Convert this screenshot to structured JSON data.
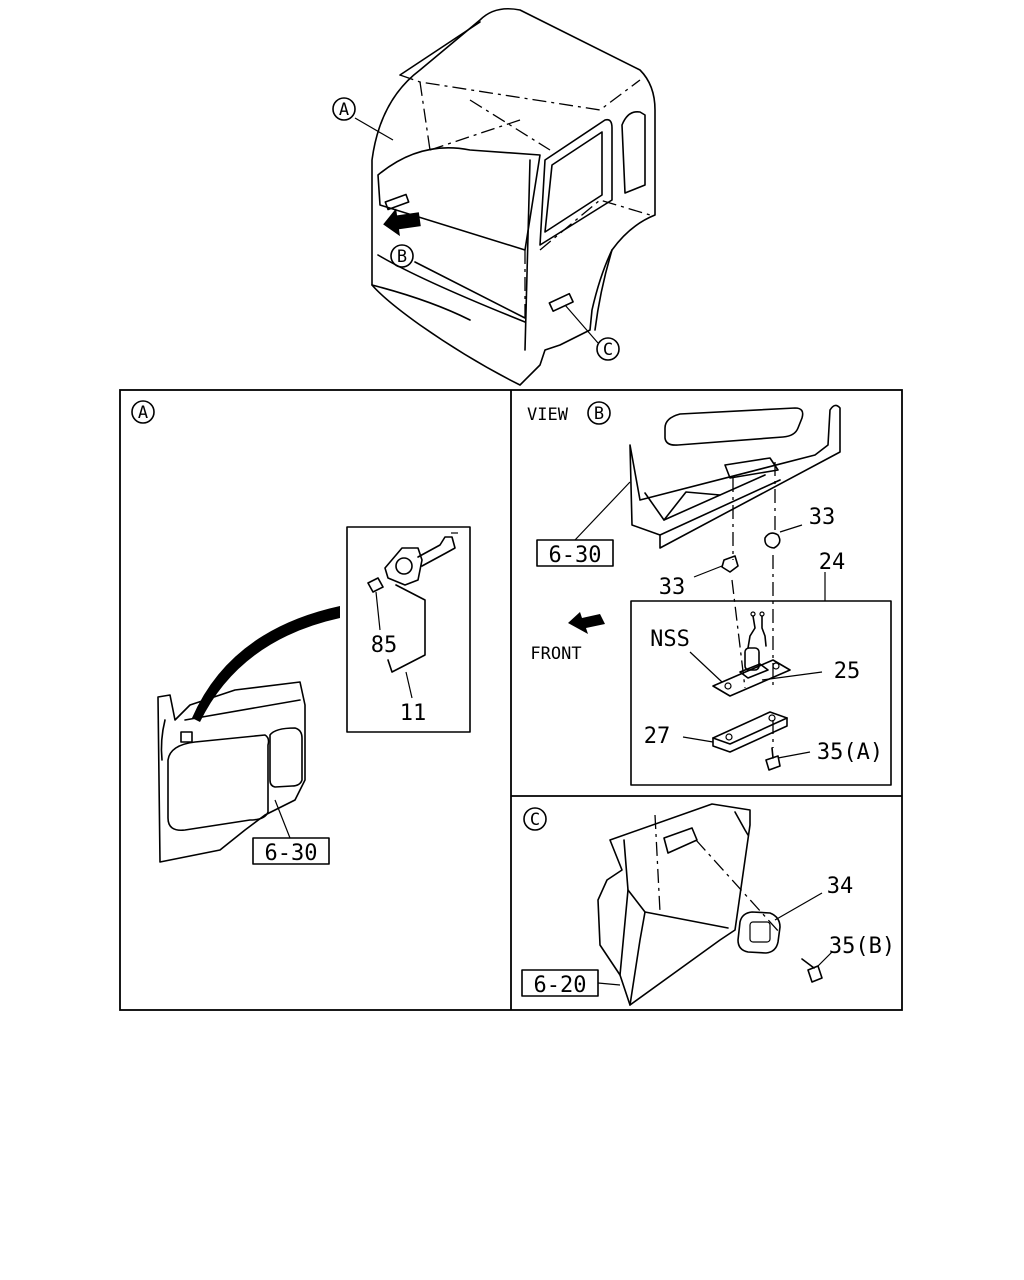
{
  "callouts": {
    "a": "A",
    "b": "B",
    "c": "C"
  },
  "panel_a": {
    "label": "A",
    "parts": [
      "85",
      "11"
    ],
    "ref": "6-30"
  },
  "panel_b": {
    "view_label": "VIEW",
    "label": "B",
    "ref": "6-30",
    "front_label": "FRONT",
    "parts": {
      "p33_upper": "33",
      "p33_lower": "33",
      "p24": "24",
      "nss": "NSS",
      "p25": "25",
      "p27": "27",
      "p35a": "35(A)"
    }
  },
  "panel_c": {
    "label": "C",
    "ref": "6-20",
    "parts": {
      "p34": "34",
      "p35b": "35(B)"
    }
  }
}
